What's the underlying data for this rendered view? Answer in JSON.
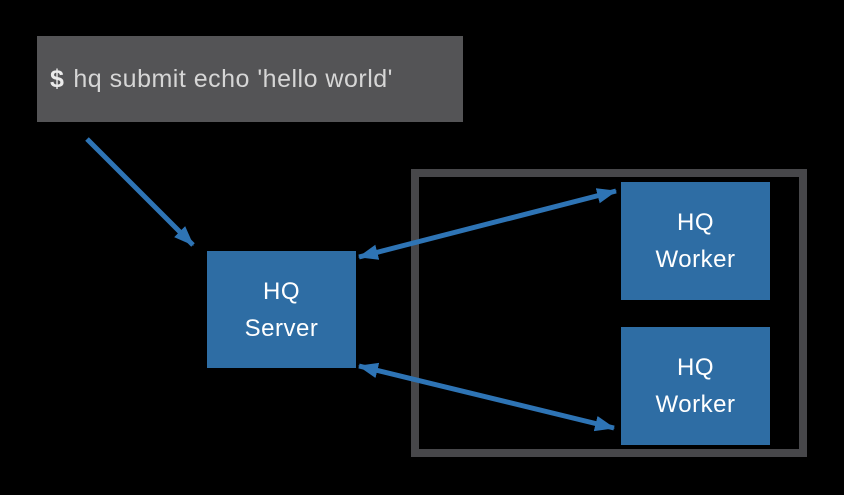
{
  "colors": {
    "bg": "#000000",
    "terminal_bg": "#545456",
    "terminal_text": "#d6d6d6",
    "prompt_text": "#ebebeb",
    "node_bg": "#2e6da4",
    "node_text": "#ffffff",
    "group_border": "#47474a",
    "arrow": "#2e74b5"
  },
  "terminal": {
    "prompt": "$",
    "command": "hq submit echo 'hello world'"
  },
  "server": {
    "line1": "HQ",
    "line2": "Server"
  },
  "workers": [
    {
      "line1": "HQ",
      "line2": "Worker"
    },
    {
      "line1": "HQ",
      "line2": "Worker"
    }
  ]
}
